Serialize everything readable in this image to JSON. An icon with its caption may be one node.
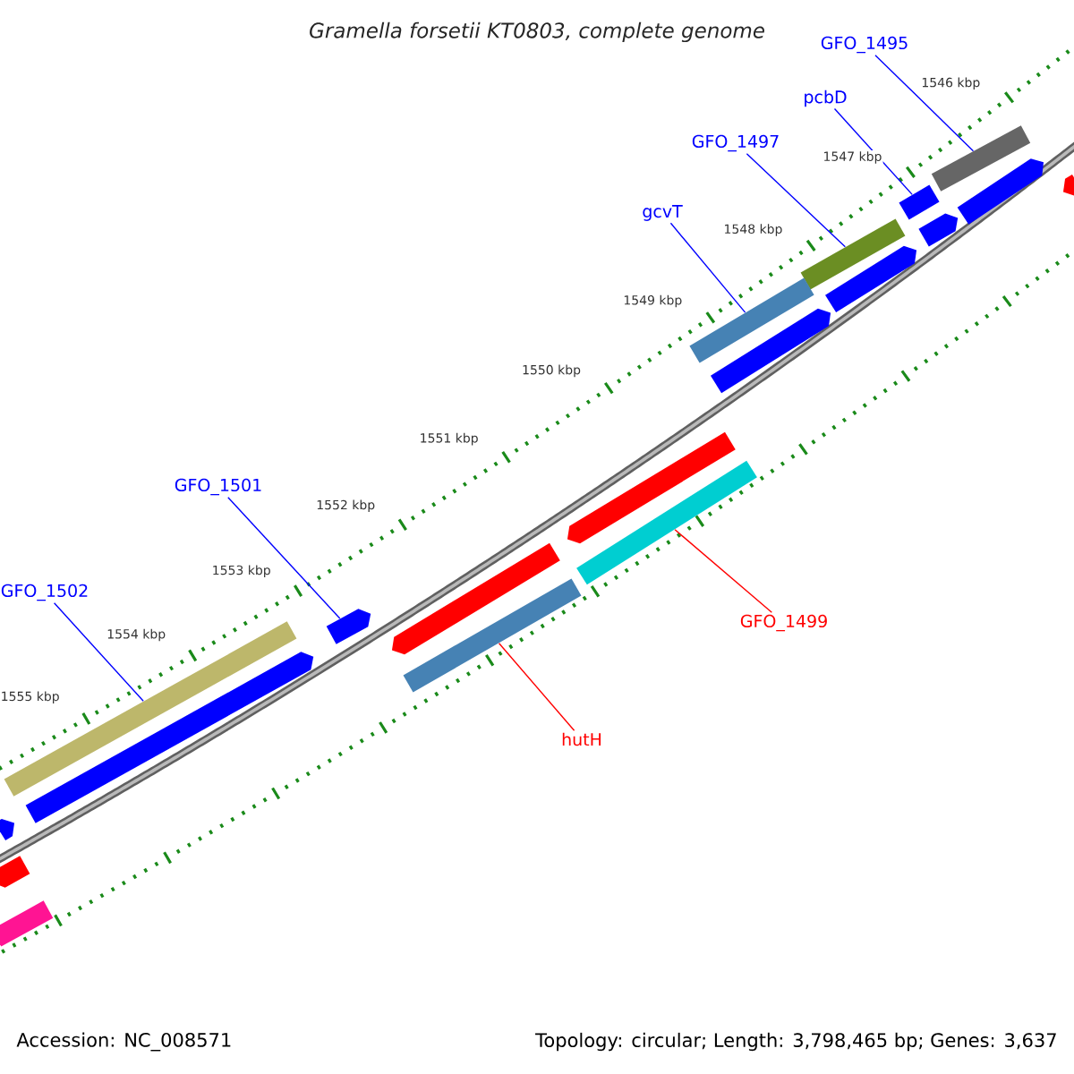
{
  "diagram": {
    "title": "Gramella forsetii KT0803, complete genome",
    "nodes": [
      {
        "text": [
          "GFO_1495"
        ]
      },
      {
        "text": [
          "pcbD"
        ]
      },
      {
        "text": [
          "GFO_1497"
        ]
      },
      {
        "text": [
          "gcvT"
        ]
      },
      {
        "text": [
          "GFO_1501"
        ]
      },
      {
        "text": [
          "GFO_1502"
        ]
      },
      {
        "text": [
          "GFO_1499"
        ]
      },
      {
        "text": [
          "hutH"
        ]
      },
      {
        "text": [],
        "shape": "bar"
      },
      {
        "text": [],
        "shape": "bar"
      },
      {
        "text": [],
        "shape": "bar"
      },
      {
        "text": [],
        "shape": "bar"
      },
      {
        "text": [],
        "shape": "arrow"
      },
      {
        "text": [],
        "shape": "bar"
      },
      {
        "text": [],
        "shape": "bar"
      },
      {
        "text": [],
        "shape": "bar"
      },
      {
        "text": [],
        "shape": "arrow"
      },
      {
        "text": [],
        "shape": "arrow"
      },
      {
        "text": [],
        "shape": "arrow"
      },
      {
        "text": [],
        "shape": "arrow"
      },
      {
        "text": [],
        "shape": "arrow"
      },
      {
        "text": [],
        "shape": "arrow"
      },
      {
        "text": [],
        "shape": "arrow"
      },
      {
        "text": [],
        "shape": "arrow"
      },
      {
        "text": [],
        "shape": "arrow"
      },
      {
        "text": [],
        "shape": "arrow"
      },
      {
        "text": [],
        "shape": "bar"
      }
    ],
    "edges": [
      {
        "from": 0,
        "to": 8,
        "arrow": "none"
      },
      {
        "from": 1,
        "to": 9,
        "arrow": "none"
      },
      {
        "from": 2,
        "to": 10,
        "arrow": "none"
      },
      {
        "from": 3,
        "to": 11,
        "arrow": "none"
      },
      {
        "from": 4,
        "to": 12,
        "arrow": "none"
      },
      {
        "from": 5,
        "to": 13,
        "arrow": "none"
      },
      {
        "from": 6,
        "to": 14,
        "arrow": "none",
        "color": "#ff0000"
      },
      {
        "from": 7,
        "to": 15,
        "arrow": "none",
        "color": "#ff0000"
      }
    ],
    "labels": [
      "1546 kbp",
      "1547 kbp",
      "1548 kbp",
      "1549 kbp",
      "1550 kbp",
      "1551 kbp",
      "1552 kbp",
      "1553 kbp",
      "1554 kbp",
      "1555 kbp",
      "Accession: NC_008571",
      "Topology: circular; Length: 3,798,465 bp; Genes: 3,637"
    ]
  }
}
